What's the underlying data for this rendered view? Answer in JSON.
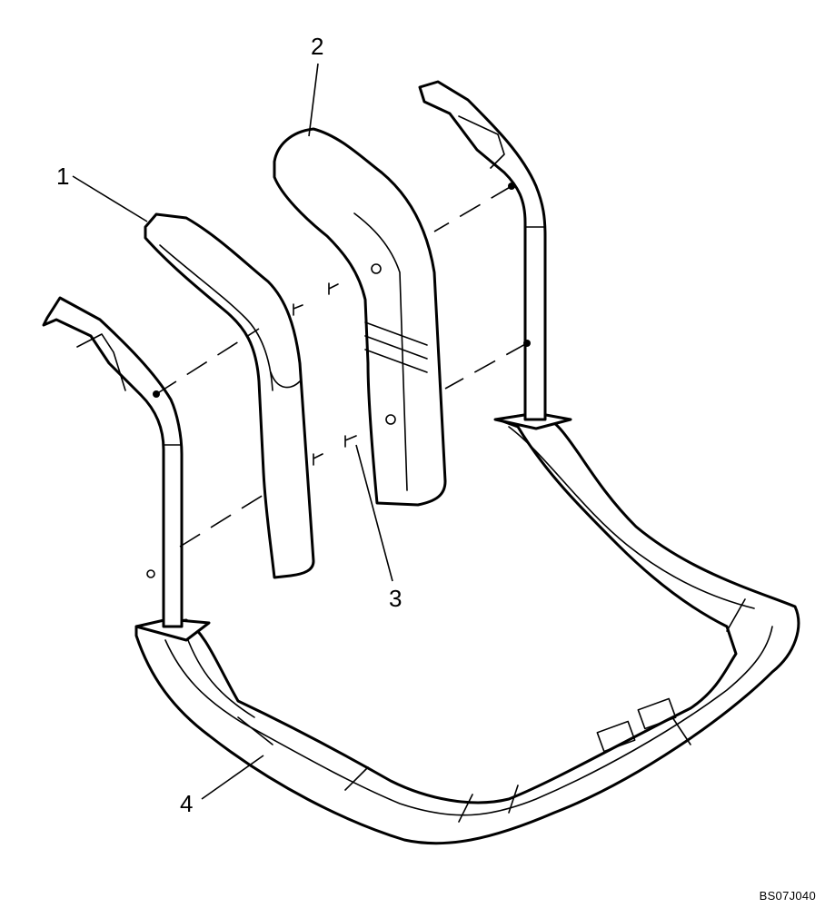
{
  "callouts": [
    {
      "id": "1",
      "label": "1"
    },
    {
      "id": "2",
      "label": "2"
    },
    {
      "id": "3",
      "label": "3"
    },
    {
      "id": "4",
      "label": "4"
    }
  ],
  "figure_id": "BS07J040",
  "colors": {
    "line": "#000000",
    "background": "#ffffff"
  }
}
